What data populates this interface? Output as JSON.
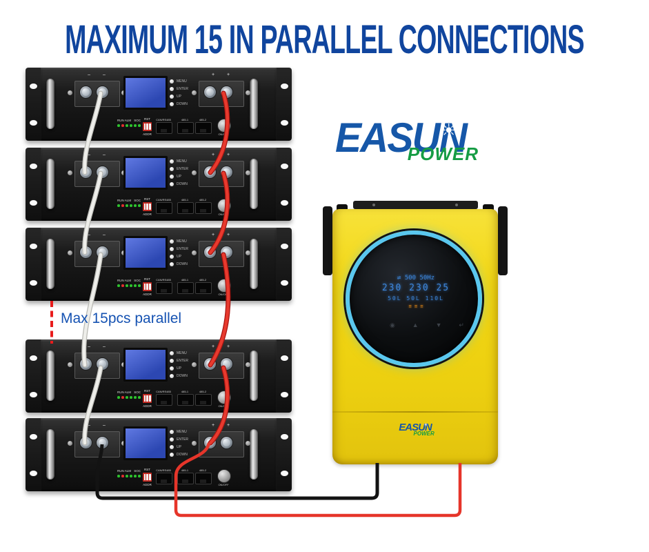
{
  "title": {
    "text": "MAXIMUM 15 IN PARALLEL CONNECTIONS"
  },
  "annotation": {
    "text": "Max 15pcs parallel"
  },
  "logo": {
    "main": "EASUN",
    "sub": "POWER",
    "sun_icon": "☀"
  },
  "battery_panel": {
    "neg_terminal_label": "– –",
    "pos_terminal_label": "+ +",
    "buttons": [
      "MENU",
      "ENTER",
      "UP",
      "DOWN"
    ],
    "status_leds_label": "RUN ALM",
    "soc_label": "SOC",
    "reset_label": "RST",
    "address_label": "ADDR",
    "ports": [
      "CAN/RS485",
      "485-1",
      "485-2"
    ],
    "power_switch_label": "ON/OFF"
  },
  "inverter": {
    "brand_main": "EASUN",
    "brand_sub": "POWER",
    "display": {
      "row1": "⇄ 500 50Hz",
      "row2": "230 230 25",
      "row3": "50L 50L 110L",
      "row4": "≡ ≡ ≡"
    },
    "touch_buttons": [
      "◉",
      "▲",
      "▼",
      "↵"
    ]
  },
  "colors": {
    "title_blue": "#10459E",
    "annotation_blue": "#1552B2",
    "logo_blue": "#1657A8",
    "logo_green": "#169C44",
    "inverter_yellow": "#F2D714",
    "ring_cyan": "#5AC7EE",
    "cable_positive_red": "#E8352B",
    "cable_negative_white": "#EEEEEA",
    "cable_negative_black": "#131313",
    "dashed_line_red": "#E81C1C",
    "led_green": "#2EC22E",
    "led_red": "#E03030"
  }
}
